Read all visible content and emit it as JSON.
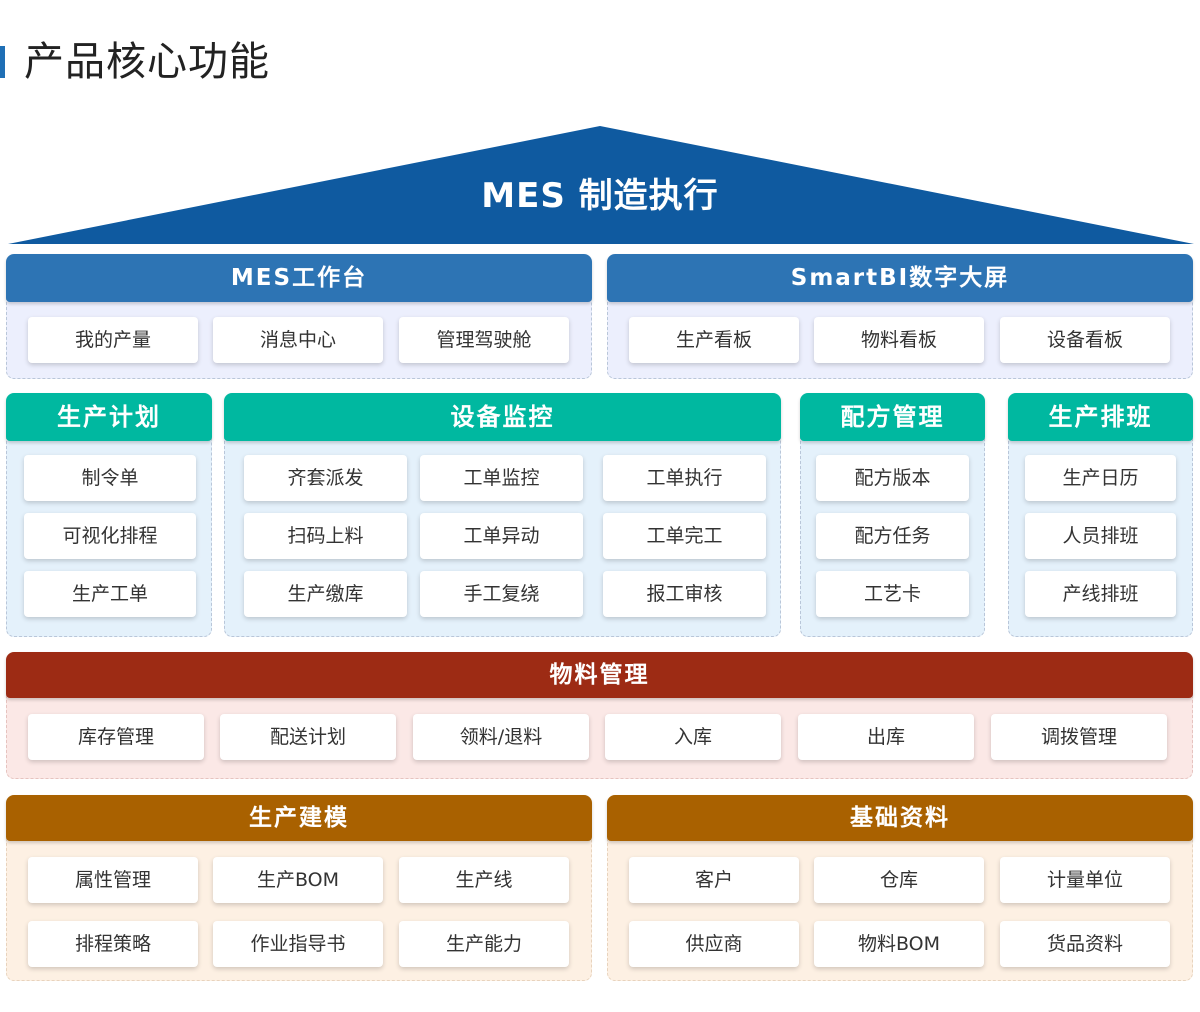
{
  "page_title": "产品核心功能",
  "roof": {
    "title": "MES 制造执行",
    "color": "#0f5aa0"
  },
  "sections": {
    "workbench": {
      "title": "MES工作台",
      "items": [
        "我的产量",
        "消息中心",
        "管理驾驶舱"
      ]
    },
    "smartbi": {
      "title": "SmartBI数字大屏",
      "items": [
        "生产看板",
        "物料看板",
        "设备看板"
      ]
    },
    "plan": {
      "title": "生产计划",
      "items": [
        "制令单",
        "可视化排程",
        "生产工单"
      ]
    },
    "equipment": {
      "title": "设备监控",
      "items": [
        "齐套派发",
        "工单监控",
        "工单执行",
        "扫码上料",
        "工单异动",
        "工单完工",
        "生产缴库",
        "手工复绕",
        "报工审核"
      ]
    },
    "recipe": {
      "title": "配方管理",
      "items": [
        "配方版本",
        "配方任务",
        "工艺卡"
      ]
    },
    "shift": {
      "title": "生产排班",
      "items": [
        "生产日历",
        "人员排班",
        "产线排班"
      ]
    },
    "material": {
      "title": "物料管理",
      "items": [
        "库存管理",
        "配送计划",
        "领料/退料",
        "入库",
        "出库",
        "调拨管理"
      ]
    },
    "modeling": {
      "title": "生产建模",
      "items": [
        "属性管理",
        "生产BOM",
        "生产线",
        "排程策略",
        "作业指导书",
        "生产能力"
      ]
    },
    "basic": {
      "title": "基础资料",
      "items": [
        "客户",
        "仓库",
        "计量单位",
        "供应商",
        "物料BOM",
        "货品资料"
      ]
    }
  }
}
